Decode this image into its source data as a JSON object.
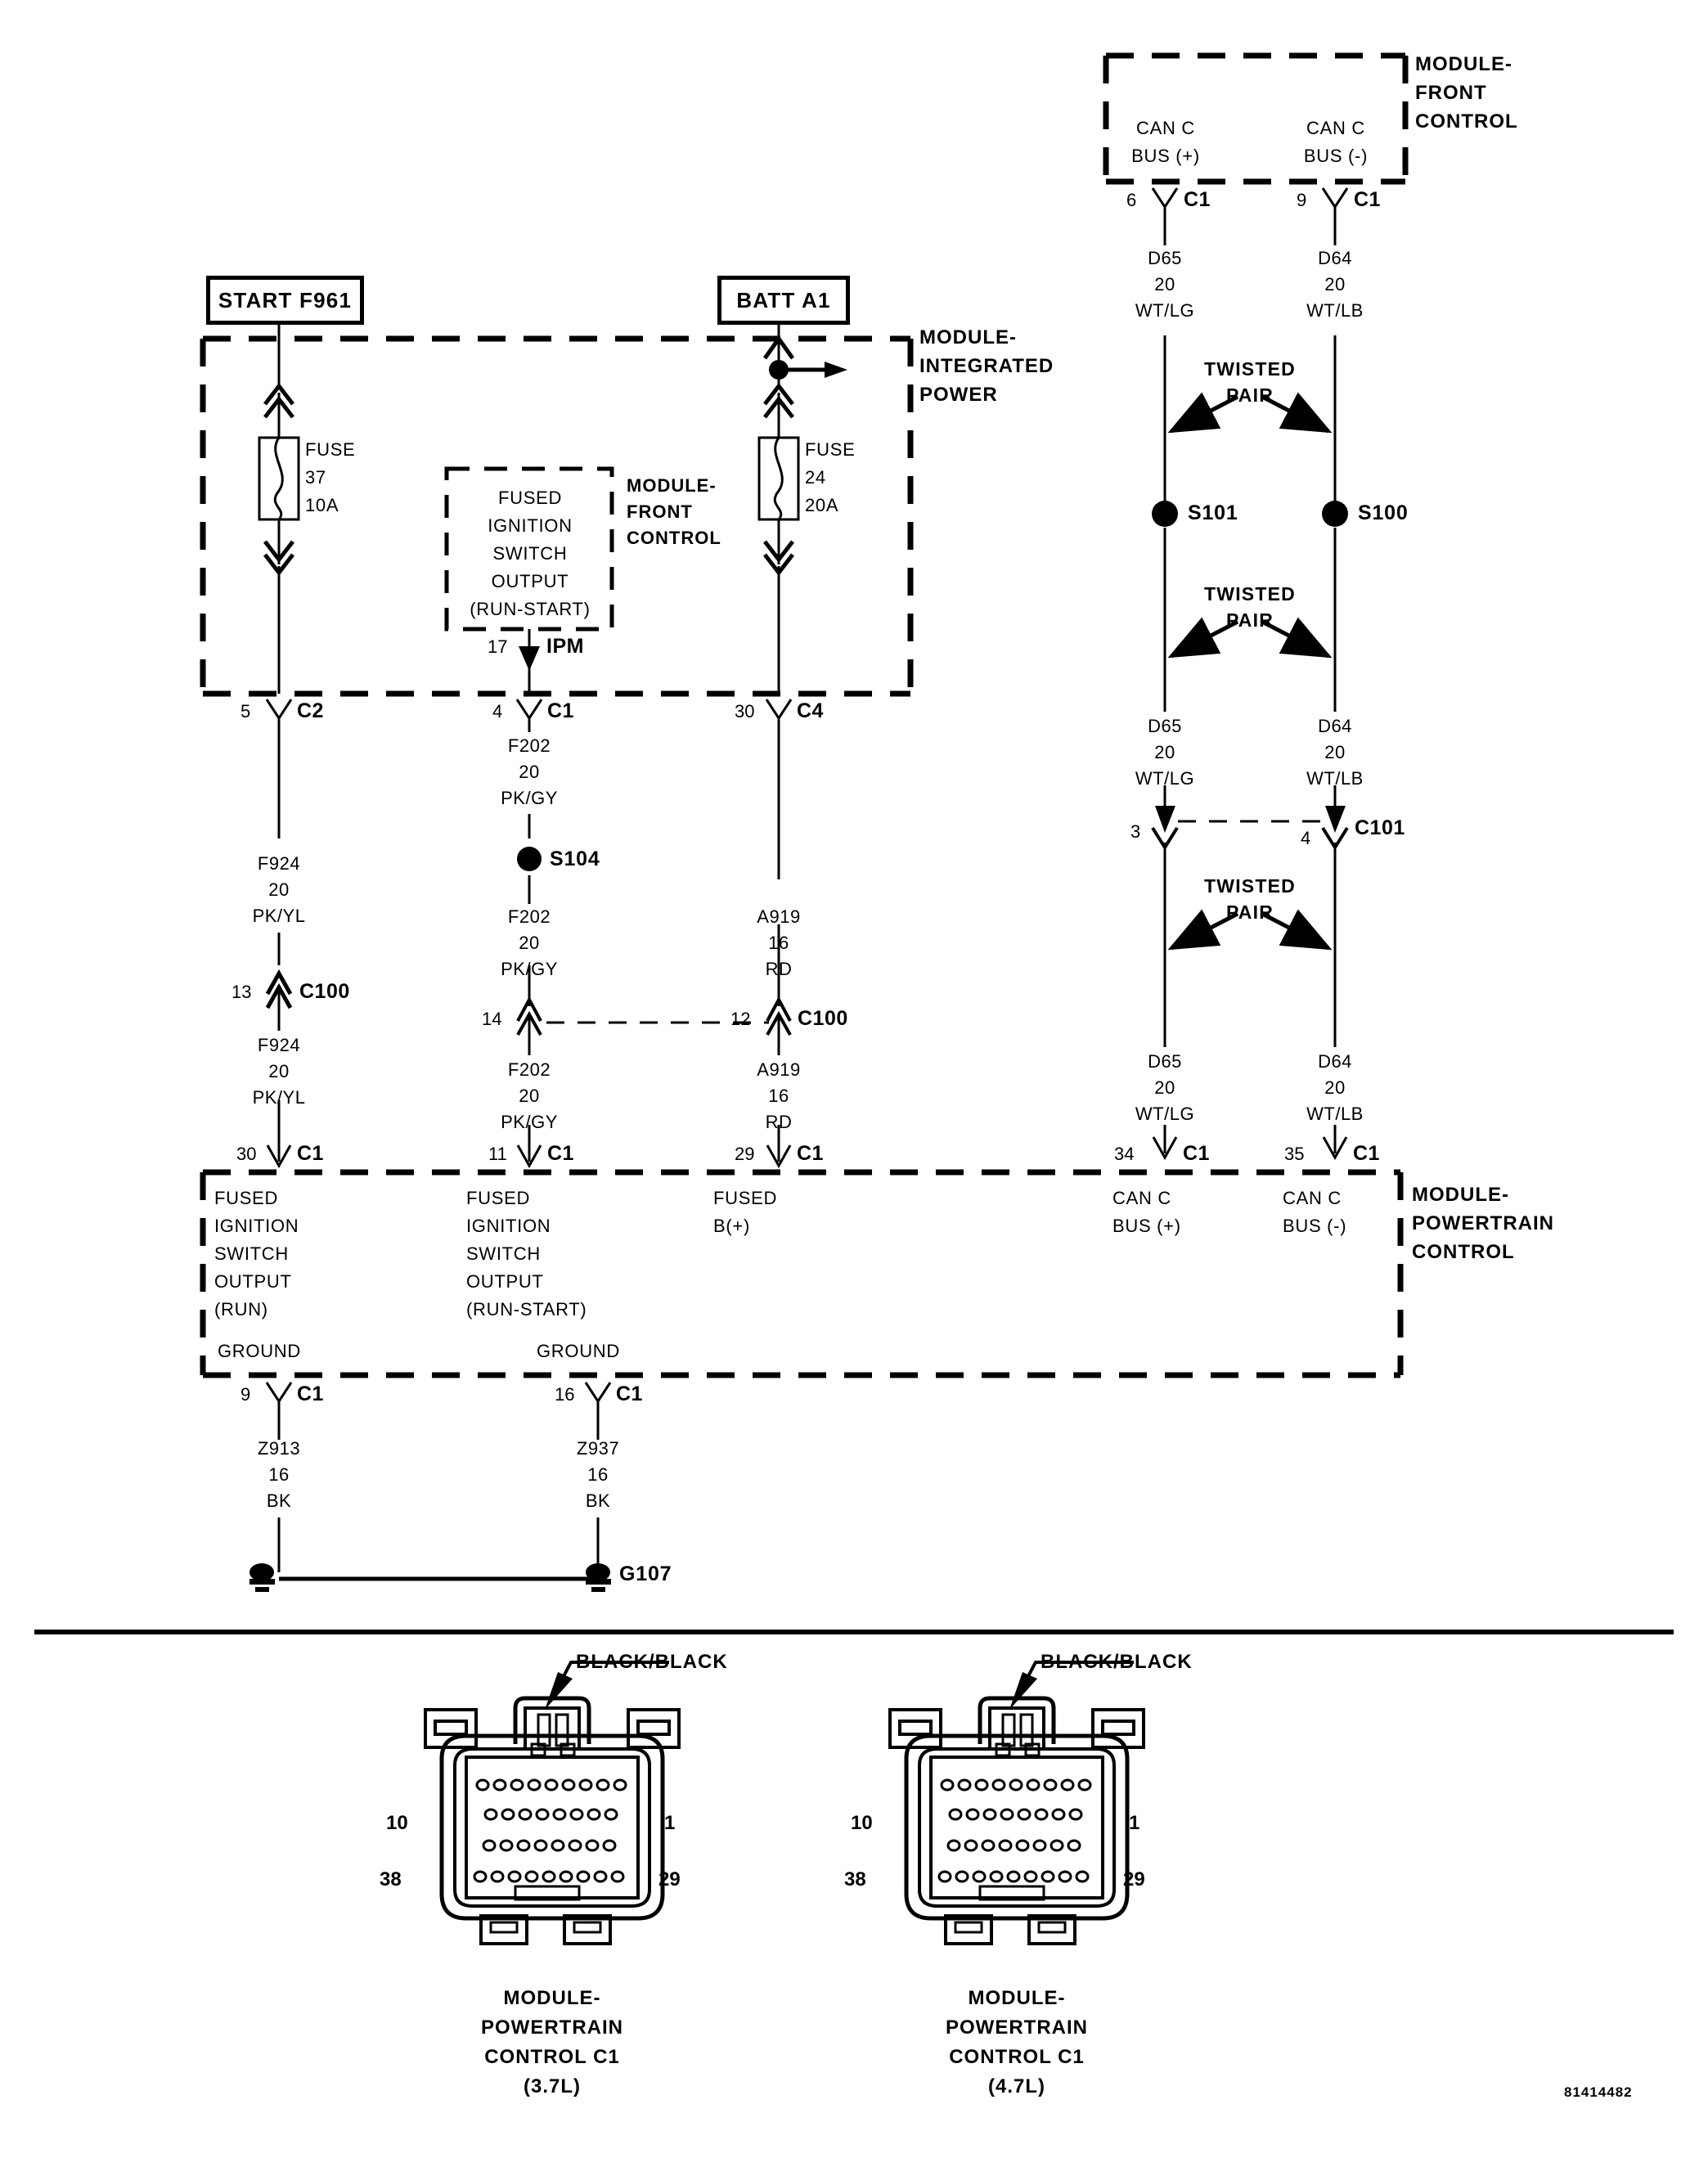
{
  "diagram": {
    "title": "Powertrain Control Module Power and Ground / CAN C Bus Wiring Diagram",
    "code": "81414482"
  },
  "sources": [
    {
      "id": "start-f961",
      "label": "START F961"
    },
    {
      "id": "batt-a1",
      "label": "BATT A1"
    }
  ],
  "modules": {
    "integrated_power": {
      "name": "MODULE-\nINTEGRATED\nPOWER"
    },
    "front_control_top": {
      "name": "MODULE-\nFRONT\nCONTROL"
    },
    "front_control_mid": {
      "name": "MODULE-\nFRONT\nCONTROL"
    },
    "powertrain_control": {
      "name": "MODULE-\nPOWERTRAIN\nCONTROL"
    }
  },
  "fuses": [
    {
      "id": "fuse-37",
      "label": "FUSE\n37\n10A"
    },
    {
      "id": "fuse-24",
      "label": "FUSE\n24\n20A"
    }
  ],
  "ipm_block": {
    "function": "FUSED\nIGNITION\nSWITCH\nOUTPUT\n(RUN-START)",
    "pin": "17",
    "connector": "IPM"
  },
  "front_control_pins": {
    "can_c_pos": {
      "function": "CAN C\nBUS (+)",
      "pin": "6",
      "connector": "C1"
    },
    "can_c_neg": {
      "function": "CAN C\nBUS (-)",
      "pin": "9",
      "connector": "C1"
    }
  },
  "ipm_outputs": [
    {
      "pin": "5",
      "connector": "C2"
    },
    {
      "pin": "4",
      "connector": "C1"
    },
    {
      "pin": "30",
      "connector": "C4"
    }
  ],
  "wires": {
    "f924_upper": "F924\n20\nPK/YL",
    "f924_lower": "F924\n20\nPK/YL",
    "f202_upper": "F202\n20\nPK/GY",
    "f202_mid": "F202\n20\nPK/GY",
    "f202_lower": "F202\n20\nPK/GY",
    "a919_upper": "A919\n16\nRD",
    "a919_lower": "A919\n16\nRD",
    "d65_top": "D65\n20\nWT/LG",
    "d64_top": "D64\n20\nWT/LB",
    "d65_mid": "D65\n20\nWT/LG",
    "d64_mid": "D64\n20\nWT/LB",
    "d65_bot": "D65\n20\nWT/LG",
    "d64_bot": "D64\n20\nWT/LB",
    "z913": "Z913\n16\nBK",
    "z937": "Z937\n16\nBK"
  },
  "splices": [
    {
      "id": "s104",
      "label": "S104"
    },
    {
      "id": "s101",
      "label": "S101"
    },
    {
      "id": "s100",
      "label": "S100"
    }
  ],
  "inline_connectors": [
    {
      "id": "c100-left",
      "pin": "13",
      "label": "C100"
    },
    {
      "id": "c100-mid",
      "pin": "14",
      "label": ""
    },
    {
      "id": "c100-right",
      "pin": "12",
      "label": "C100"
    },
    {
      "id": "c101-left",
      "pin": "3",
      "label": ""
    },
    {
      "id": "c101-right",
      "pin": "4",
      "label": "C101"
    }
  ],
  "pcm_pins": [
    {
      "pin": "30",
      "connector": "C1",
      "function": "FUSED\nIGNITION\nSWITCH\nOUTPUT\n(RUN)"
    },
    {
      "pin": "11",
      "connector": "C1",
      "function": "FUSED\nIGNITION\nSWITCH\nOUTPUT\n(RUN-START)"
    },
    {
      "pin": "29",
      "connector": "C1",
      "function": "FUSED\nB(+)"
    },
    {
      "pin": "34",
      "connector": "C1",
      "function": "CAN C\nBUS (+)"
    },
    {
      "pin": "35",
      "connector": "C1",
      "function": "CAN C\nBUS (-)"
    }
  ],
  "pcm_grounds": [
    {
      "label": "GROUND",
      "pin": "9",
      "connector": "C1"
    },
    {
      "label": "GROUND",
      "pin": "16",
      "connector": "C1"
    }
  ],
  "ground_point": {
    "label": "G107"
  },
  "twisted_pairs": [
    {
      "id": "tp-1",
      "label": "TWISTED\nPAIR"
    },
    {
      "id": "tp-2",
      "label": "TWISTED\nPAIR"
    },
    {
      "id": "tp-3",
      "label": "TWISTED\nPAIR"
    }
  ],
  "connector_views": [
    {
      "id": "pcm-c1-37",
      "keying": "BLACK/BLACK",
      "pins": {
        "top_left": "10",
        "top_right": "1",
        "bottom_left": "38",
        "bottom_right": "29"
      },
      "caption": "MODULE-\nPOWERTRAIN\nCONTROL C1\n(3.7L)"
    },
    {
      "id": "pcm-c1-47",
      "keying": "BLACK/BLACK",
      "pins": {
        "top_left": "10",
        "top_right": "1",
        "bottom_left": "38",
        "bottom_right": "29"
      },
      "caption": "MODULE-\nPOWERTRAIN\nCONTROL C1\n(4.7L)"
    }
  ]
}
